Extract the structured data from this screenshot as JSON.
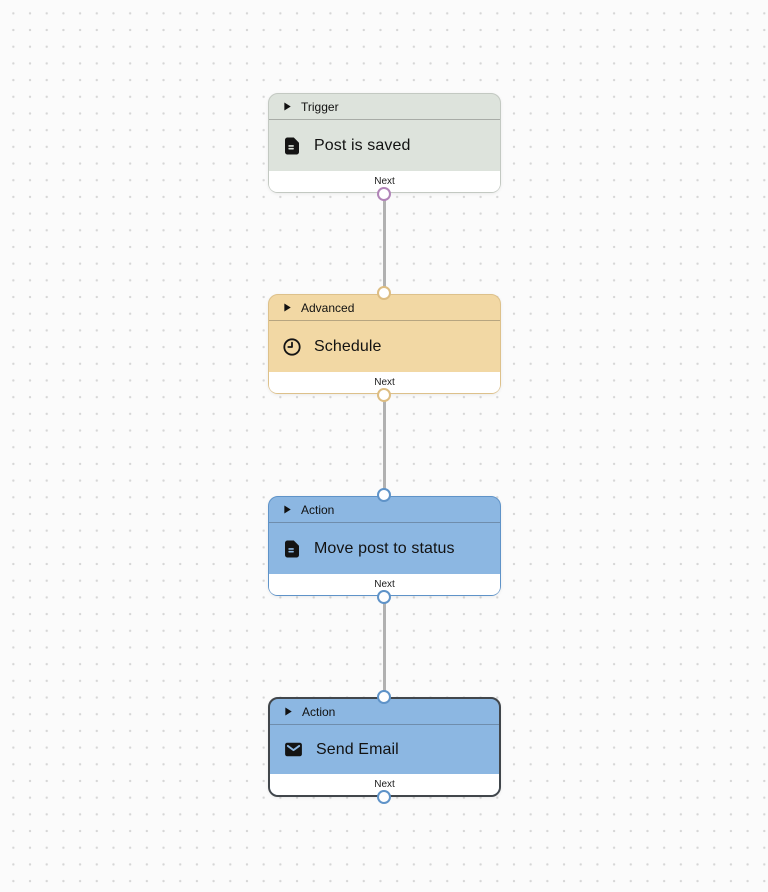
{
  "canvas": {
    "background_color": "#fbfbfb",
    "dot_color": "#d6d6d6",
    "connector_color": "#b1b1b1"
  },
  "nodes": [
    {
      "category": "Trigger",
      "title": "Post is saved",
      "icon": "document-icon",
      "port_label": "Next",
      "fill": "#dde3dc",
      "border": "#c3c9c2",
      "port_color": "#b184b8",
      "has_input": false,
      "selected": false
    },
    {
      "category": "Advanced",
      "title": "Schedule",
      "icon": "clock-icon",
      "port_label": "Next",
      "fill": "#f2d8a4",
      "border": "#ddc18b",
      "port_color": "#ddbd82",
      "has_input": true,
      "selected": false
    },
    {
      "category": "Action",
      "title": "Move post to status",
      "icon": "document-icon",
      "port_label": "Next",
      "fill": "#8cb7e2",
      "border": "#5f93c8",
      "port_color": "#5f93c8",
      "has_input": true,
      "selected": false
    },
    {
      "category": "Action",
      "title": "Send Email",
      "icon": "envelope-icon",
      "port_label": "Next",
      "fill": "#8cb7e2",
      "border": "#41464b",
      "port_color": "#5f93c8",
      "has_input": true,
      "selected": true
    }
  ]
}
